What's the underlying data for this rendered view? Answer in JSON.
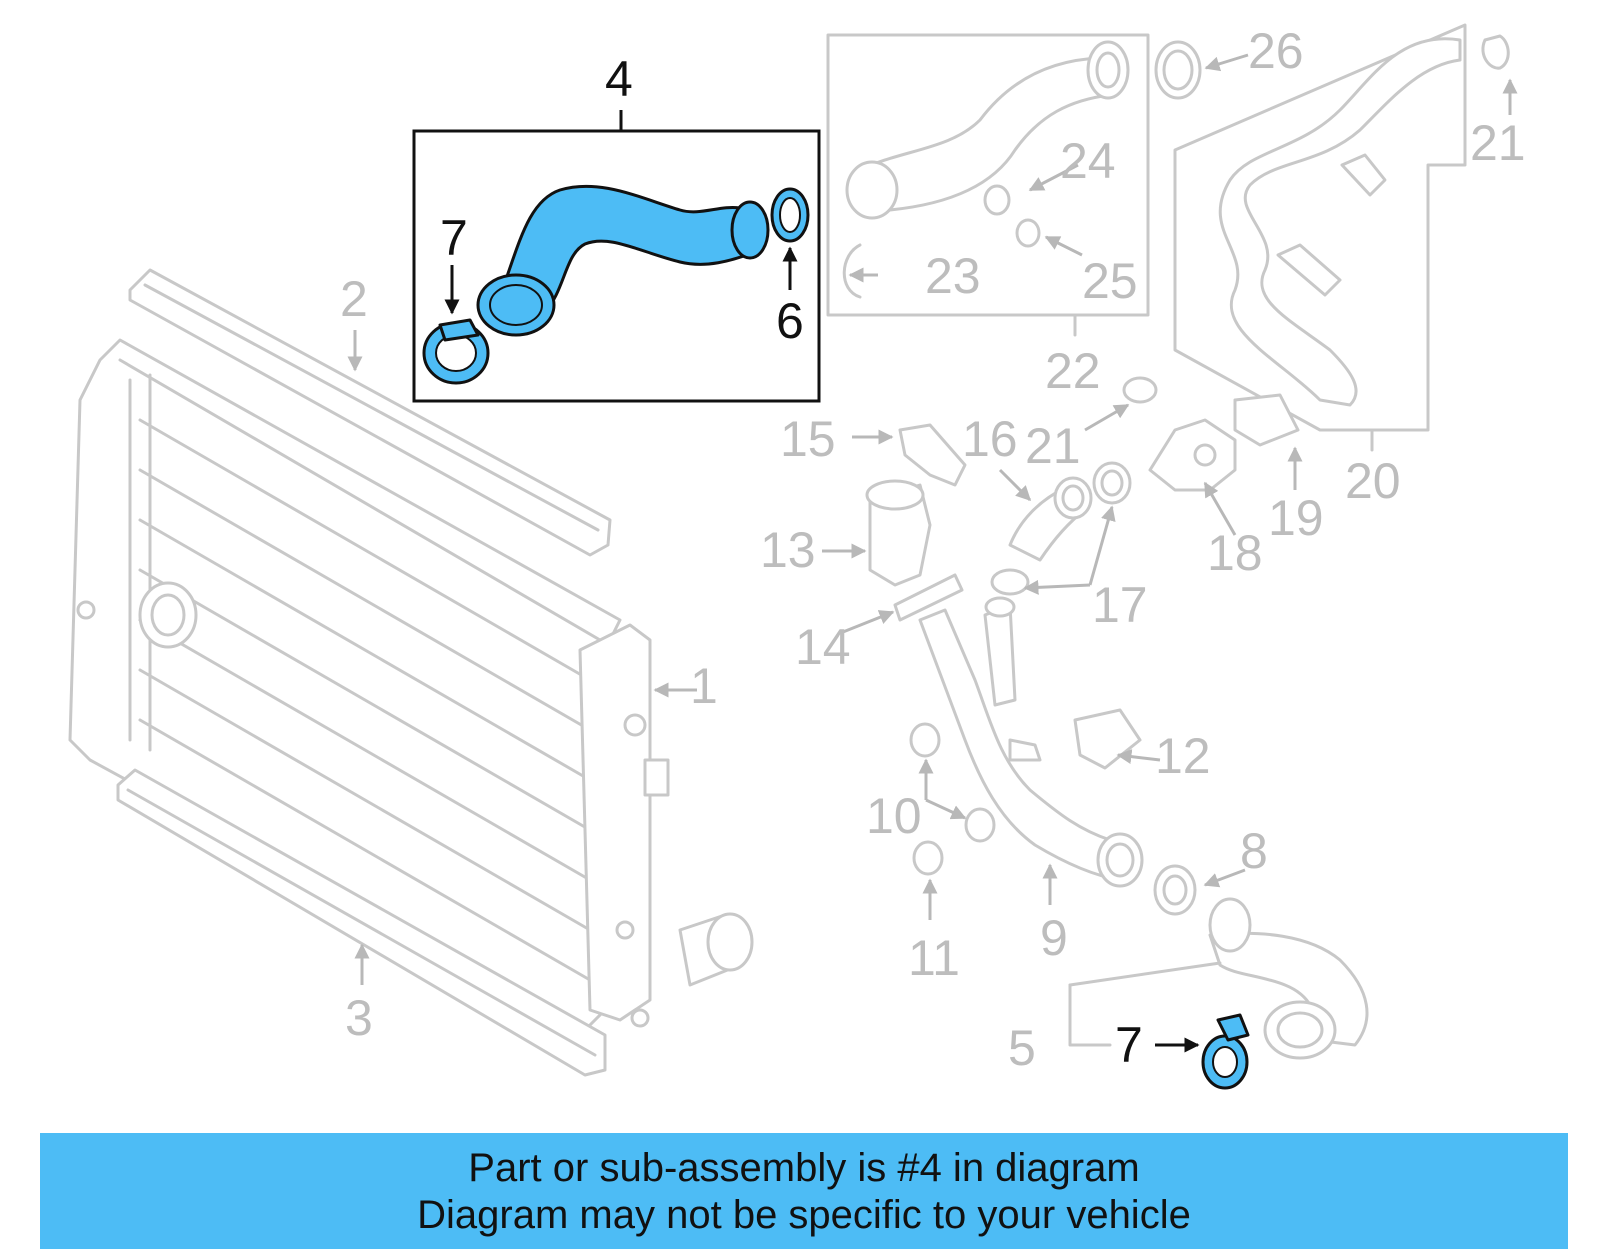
{
  "callouts": {
    "c1": "1",
    "c2": "2",
    "c3": "3",
    "c4": "4",
    "c5": "5",
    "c6": "6",
    "c7a": "7",
    "c7b": "7",
    "c8": "8",
    "c9": "9",
    "c10": "10",
    "c11": "11",
    "c12": "12",
    "c13": "13",
    "c14": "14",
    "c15": "15",
    "c16": "16",
    "c17": "17",
    "c18": "18",
    "c19": "19",
    "c20": "20",
    "c21a": "21",
    "c21b": "21",
    "c22": "22",
    "c23": "23",
    "c24": "24",
    "c25": "25",
    "c26": "26"
  },
  "banner": {
    "line1": "Part or sub-assembly is #4 in diagram",
    "line2": "Diagram may not be specific to your vehicle"
  },
  "colors": {
    "highlight": "#4dbcf5",
    "outline": "#c8c8c8",
    "text": "#111111"
  }
}
